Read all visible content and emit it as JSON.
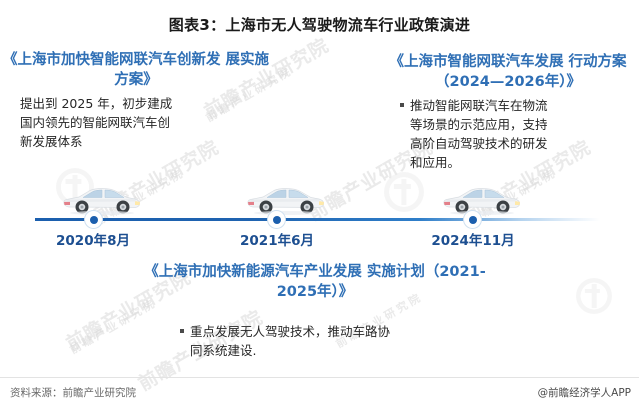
{
  "title": "图表3：上海市无人驾驶物流车行业政策演进",
  "accent_blue": "#2f6fb5",
  "timeline_blue": "#1b5fae",
  "date_blue": "#1d4f91",
  "policies": [
    {
      "id": "blockA",
      "heading_line1": "《上海市加快智能网联汽车创新发",
      "heading_line2": "展实施方案》",
      "body_line1": "提出到 2025 年，初步建成",
      "body_line2": "国内领先的智能网联汽车创",
      "body_line3": "新发展体系",
      "has_bullet": false
    },
    {
      "id": "blockB",
      "heading_line1": "《上海市智能网联汽车发展",
      "heading_line2": "行动方案（2024—2026年）》",
      "body_line1": "推动智能网联汽车在物流",
      "body_line2": "等场景的示范应用，支持",
      "body_line3": "高阶自动驾驶技术的研发",
      "body_line4": "和应用。",
      "has_bullet": true
    },
    {
      "id": "blockC",
      "heading_line1": "《上海市加快新能源汽车产业发展",
      "heading_line2": "实施计划（2021-2025年）》",
      "body_line1": "重点发展无人驾驶技术，推动车路协",
      "body_line2": "同系统建设.",
      "has_bullet": true
    }
  ],
  "timeline": {
    "nodes": [
      {
        "date": "2020年8月",
        "icon": "car-icon"
      },
      {
        "date": "2021年6月",
        "icon": "car-icon"
      },
      {
        "date": "2024年11月",
        "icon": "car-icon"
      }
    ]
  },
  "watermarks": {
    "text_big": "前瞻产业研究院",
    "text_small": "前瞻产业研究院"
  },
  "footer": {
    "source": "资料来源：前瞻产业研究院",
    "account": "@前瞻经济学人APP"
  }
}
